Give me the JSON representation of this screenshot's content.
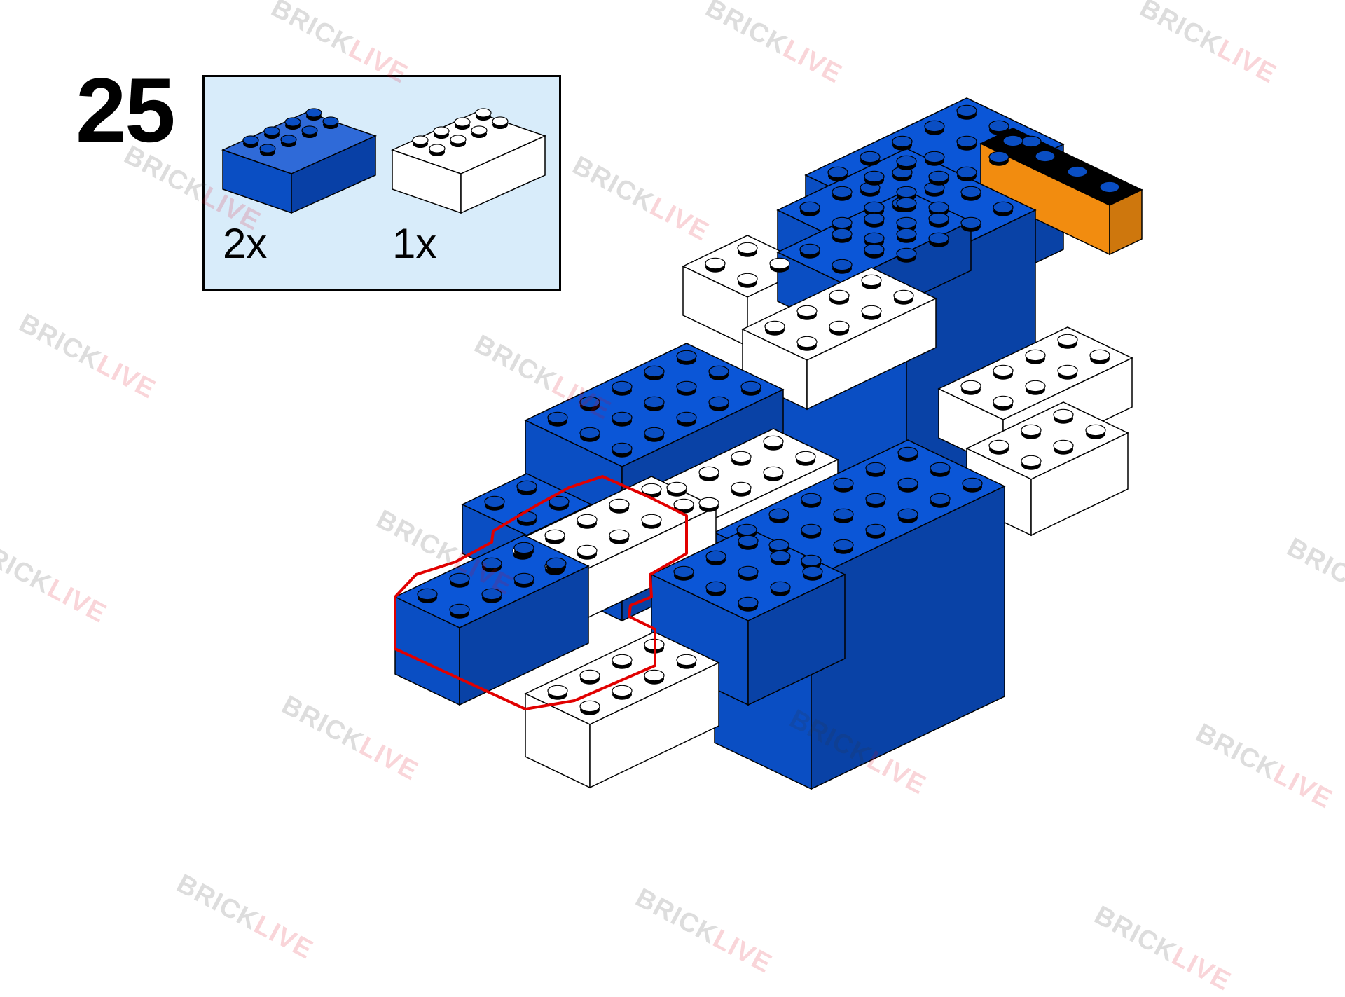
{
  "step": {
    "number": "25"
  },
  "parts": [
    {
      "color_name": "blue",
      "hex": "#0a4ec3",
      "size": "2x4",
      "quantity": "2x"
    },
    {
      "color_name": "white",
      "hex": "#ffffff",
      "size": "2x4",
      "quantity": "1x"
    }
  ],
  "watermark": {
    "part_a": "BRICK",
    "part_b": "LIVE"
  },
  "colors": {
    "brick_blue": "#0a4ec3",
    "brick_white": "#ffffff",
    "brick_orange": "#f28c0f",
    "highlight_outline": "#e10000",
    "panel_background": "#d8ecfa"
  }
}
